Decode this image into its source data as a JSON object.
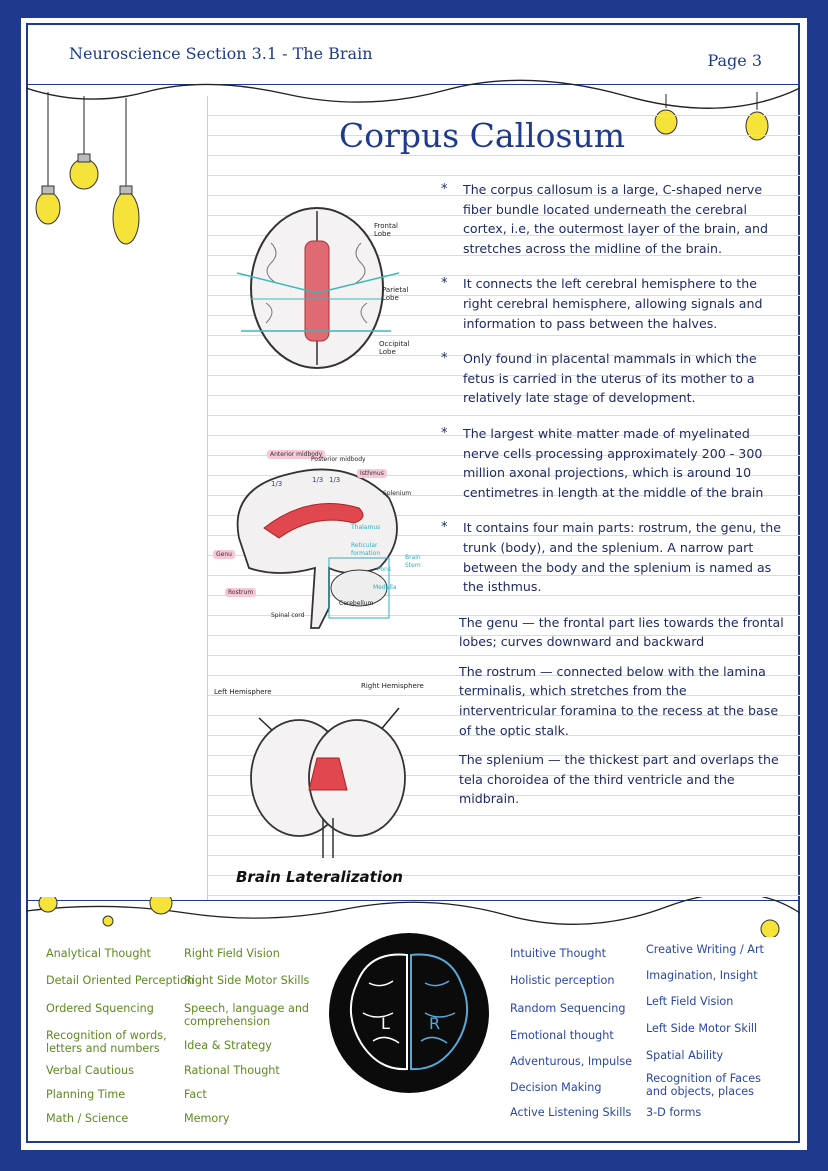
{
  "header": {
    "title": "Neuroscience Section 3.1 - The Brain",
    "page": "Page 3"
  },
  "main_title": "Corpus Callosum",
  "bullets": [
    {
      "marker": "*",
      "text": "The corpus callosum is a large, C-shaped nerve fiber bundle located underneath the cerebral cortex, i.e, the outermost layer of the brain, and stretches across the midline of the brain."
    },
    {
      "marker": "*",
      "text": "It connects the left cerebral hemisphere to the right cerebral hemisphere, allowing signals and information to pass between the halves."
    },
    {
      "marker": "*",
      "text": "Only found in placental mammals in which the fetus is carried in the uterus of its mother to a relatively late stage of development."
    },
    {
      "marker": "*",
      "text": "The largest white matter made of myelinated nerve cells processing approximately 200 - 300 million axonal projections, which is around 10 centimetres in length at the middle of the brain"
    },
    {
      "marker": "*",
      "text": "It contains four main parts: rostrum, the genu, the trunk (body), and the splenium. A narrow part between the body and the splenium is named as the isthmus."
    },
    {
      "marker": "",
      "text": "The genu — the frontal part lies towards the frontal lobes; curves downward and backward"
    },
    {
      "marker": "",
      "text": "The rostrum — connected below with the lamina terminalis, which stretches from the interventricular foramina to the recess at the base of the optic stalk."
    },
    {
      "marker": "",
      "text": "The splenium — the thickest part and overlaps the tela choroidea of the third ventricle and the midbrain."
    }
  ],
  "figure_top": {
    "labels": {
      "frontal": "Frontal Lobe",
      "parietal": "Parietal Lobe",
      "occipital": "Occipital Lobe"
    }
  },
  "figure_mid": {
    "labels": {
      "anterior": "Anterior midbody",
      "posterior": "Posterior midbody",
      "isthmus": "Isthmus",
      "splenium": "Splenium",
      "thalamus": "Thalamus",
      "reticular": "Reticular formation",
      "brain_stem": "Brain Stem",
      "pons": "Pons",
      "medulla": "Medulla",
      "genu": "Genu",
      "rostrum": "Rostrum",
      "spinal": "Spinal cord",
      "cerebellum": "Cerebellum",
      "f1": "1/3",
      "f2": "1/3",
      "f3": "1/3"
    }
  },
  "figure_bottom": {
    "left": "Left Hemisphere",
    "right": "Right Hemisphere",
    "caption": "Brain Lateralization"
  },
  "left_brain": [
    "Analytical Thought",
    "Detail Oriented Perception",
    "Ordered Squencing",
    "Recognition of words, letters and numbers",
    "Verbal Cautious",
    "Planning Time",
    "Math / Science"
  ],
  "left_brain_2": [
    "Right Field Vision",
    "Right Side Motor Skills",
    "Speech, language and comprehension",
    "Idea & Strategy",
    "Rational Thought",
    "Fact",
    "Memory"
  ],
  "right_brain": [
    "Intuitive Thought",
    "Holistic perception",
    "Random Sequencing",
    "Emotional thought",
    "Adventurous, Impulse",
    "Decision Making",
    "Active Listening Skills"
  ],
  "right_brain_2": [
    "Creative Writing / Art",
    "Imagination, Insight",
    "Left Field Vision",
    "Left Side Motor Skill",
    "Spatial Ability",
    "Recognition of Faces and objects, places",
    "3-D forms"
  ],
  "brain_letters": {
    "left": "L",
    "right": "R"
  },
  "colors": {
    "frame": "#1f3a8c",
    "green_text": "#5c8a1f",
    "blue_text": "#2a46a8",
    "callosum": "#e0474e",
    "bulb": "#f6e33a"
  }
}
